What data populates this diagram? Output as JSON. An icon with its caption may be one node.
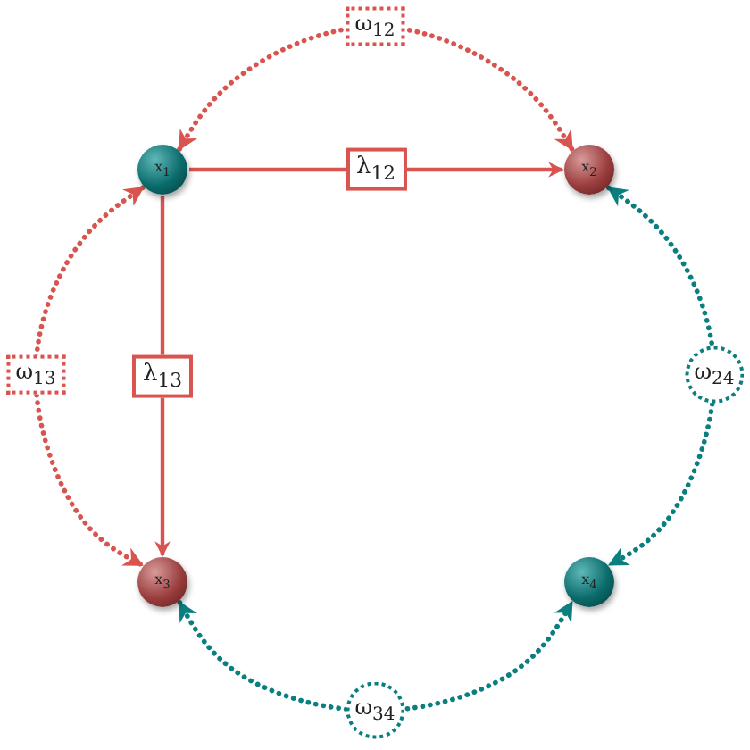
{
  "diagram": {
    "nodes": [
      {
        "text": [
          "x$_{1}$"
        ]
      },
      {
        "text": [
          "x$_{2}$"
        ]
      },
      {
        "text": [
          "x$_{3}$"
        ]
      },
      {
        "text": [
          "x$_{4}$"
        ]
      }
    ],
    "edges": [
      {
        "from": 0,
        "to": 1,
        "arrow": "to",
        "label": "λ$_{12}$"
      },
      {
        "from": 0,
        "to": 2,
        "arrow": "to",
        "label": "λ$_{13}$"
      },
      {
        "from": 0,
        "to": 1,
        "arrow": "both",
        "label": "ω$_{12}$",
        "style": "dashed"
      },
      {
        "from": 0,
        "to": 2,
        "arrow": "both",
        "label": "ω$_{13}$",
        "style": "dashed"
      },
      {
        "from": 1,
        "to": 3,
        "arrow": "both",
        "label": "ω$_{24}$",
        "style": "dashed",
        "color": "#0b7f7f"
      },
      {
        "from": 2,
        "to": 3,
        "arrow": "both",
        "label": "ω$_{34}$",
        "style": "dashed",
        "color": "#0b7f7f"
      }
    ]
  }
}
